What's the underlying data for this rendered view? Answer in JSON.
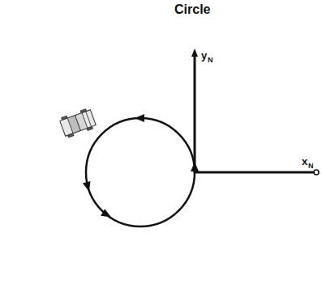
{
  "diagram": {
    "title": "Circle",
    "labels": [
      "y",
      "N",
      "x",
      "N"
    ]
  }
}
